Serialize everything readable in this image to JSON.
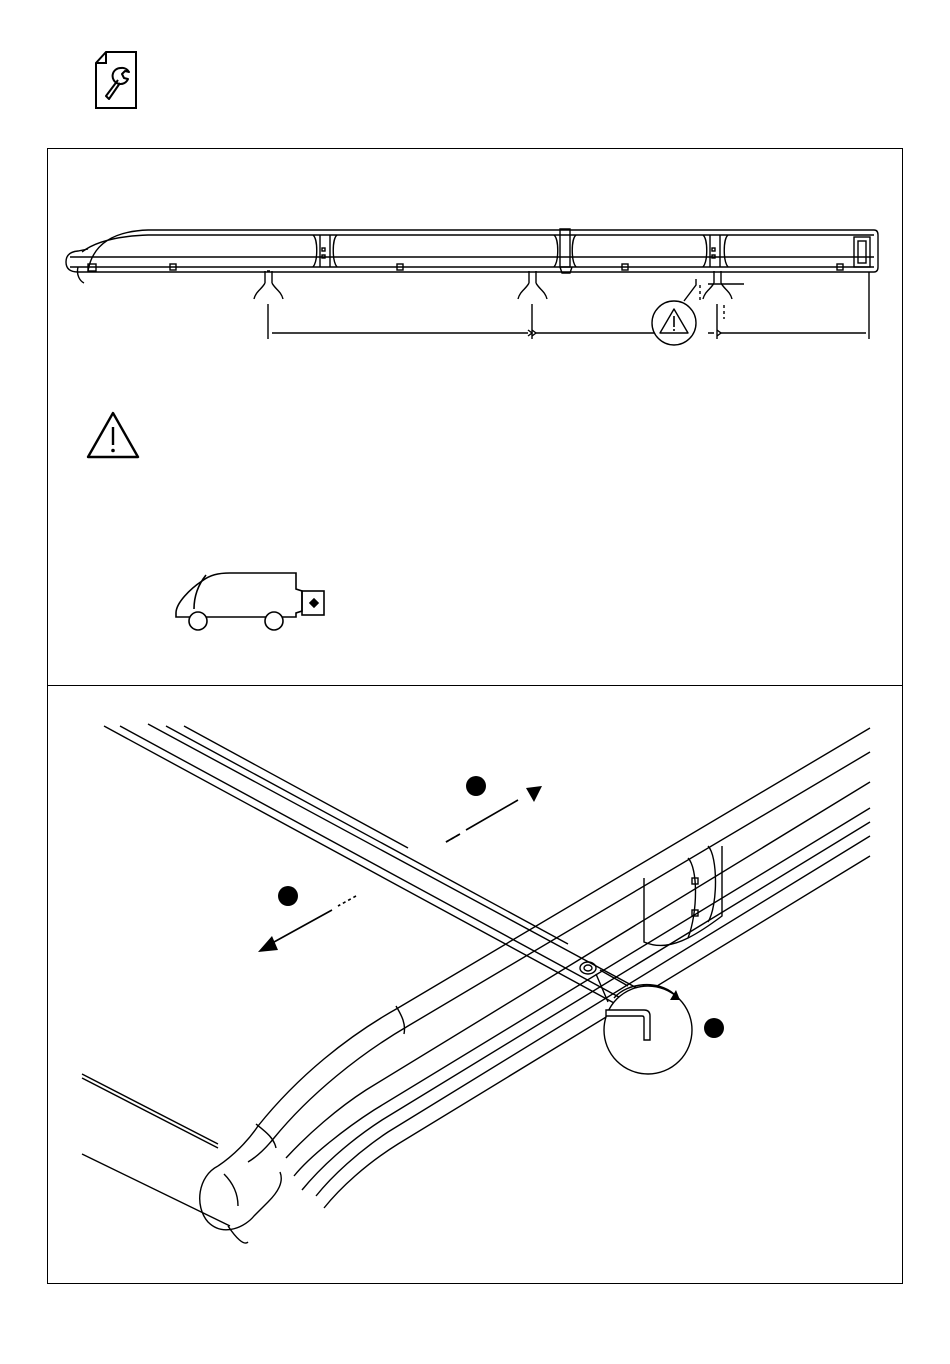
{
  "page": {
    "background_color": "#ffffff",
    "line_color": "#000000",
    "header": {
      "icon": "manual-wrench-icon"
    }
  },
  "step_top": {
    "icons": [
      "roof-rail-side-view",
      "support-bracket-icon",
      "warning-triangle-icon",
      "van-icon"
    ],
    "labels": []
  },
  "step_bottom": {
    "icons": [
      "roof-rail-perspective-view",
      "arrow-icon",
      "callout-bullet",
      "allen-key-icon",
      "rotate-arrow-icon"
    ],
    "callout_count": 3
  }
}
